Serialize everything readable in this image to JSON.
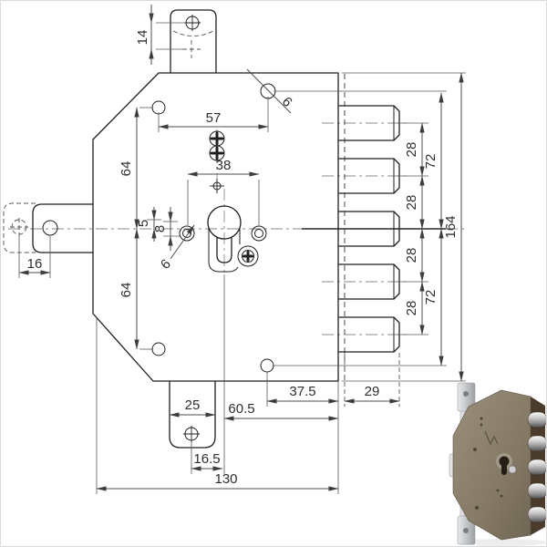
{
  "diagram": {
    "dimensions": {
      "faceplate_hole_offset": "14",
      "top_holes_span": "57",
      "side_hole_to_axis_upper": "64",
      "side_hole_to_axis_lower": "64",
      "cylinder_screw_span": "38",
      "offset_small": "5",
      "offset_medium": "8",
      "hole_dia_cylinder_side": "6",
      "hole_dia_top_right": "6",
      "left_tab_hole_offset": "16",
      "faceplate_tab_width": "25",
      "tab_hole_to_axis": "16.5",
      "body_width": "130",
      "lower_hole_backset": "37.5",
      "bolt_throw": "29",
      "cylinder_backset": "60.5",
      "bolt_spacing": [
        "28",
        "28",
        "28",
        "28"
      ],
      "hole_to_bolt_axis": [
        "72",
        "72"
      ],
      "body_height": "164"
    },
    "colors": {
      "object_line": "#1f1f1f",
      "dimension_line": "#4d4d4d",
      "centerline": "#8a8a8a",
      "photo_body": "#8d8270",
      "photo_body_side": "#4a3b2b",
      "photo_bolt_chrome": "#e9e9e9",
      "photo_plate": "#d5d7d9",
      "background": "#ffffff"
    }
  }
}
